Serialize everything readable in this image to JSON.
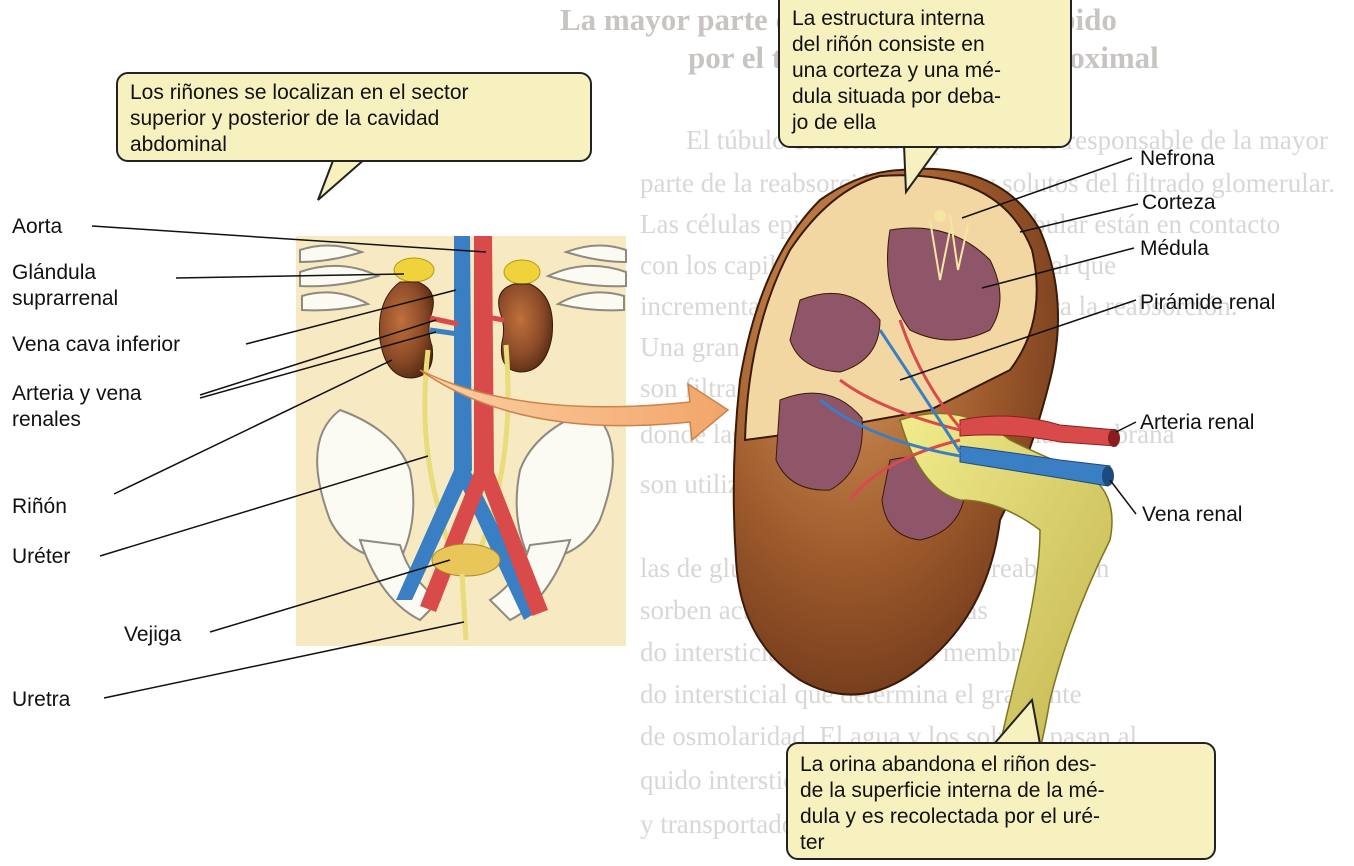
{
  "background_page": {
    "heading": [
      "La mayor parte del líquido es reabsorbido",
      "por el túbulo contorneado proximal"
    ],
    "body_lines": [
      "El túbulo contorneado proximal es responsable de la mayor",
      "parte de la reabsorción de agua y solutos del filtrado glomerular.",
      "Las células epiteliales del sistema tubular están en contacto",
      "con los capilares y el líquido intersticial que",
      "incrementa la superficie disponible para la reabsorción.",
      "Una gran cantidad de moléculas que",
      "son filtradas se reabsorben por",
      "donde las proteínas de transporte en la membrana",
      "son utilizadas, la reabsorción de glucosa.",
      "las de glucosa y aminoácidos se reabsorben",
      "sorben activamente y las células",
      "do intersticial a través de la membrana",
      "do intersticial que determina el gradiente",
      "de osmolaridad. El agua y los solutos pasan al",
      "quido intersticial y luego a los capilares peritubulares",
      "y transportados de vuelta a la circulación"
    ]
  },
  "callouts": {
    "location": "Los riñones se localizan en el sector superior y posterior de la cavidad abdominal",
    "structure": "La estructura interna del riñón consiste en una corteza y una médula situada por debajo de ella",
    "urine": "La orina abandona el riñon desde la superficie interna de la médula y es recolectada por el uréter"
  },
  "callout_lines": {
    "location": [
      "Los riñones se localizan en el sector",
      "superior y posterior de la cavidad",
      "abdominal"
    ],
    "structure": [
      "La estructura interna",
      "del riñón consiste en",
      "una corteza y una mé-",
      "dula situada por deba-",
      "jo de ella"
    ],
    "urine": [
      "La orina abandona el riñon des-",
      "de la superficie interna de la mé-",
      "dula y es recolectada por el uré-",
      "ter"
    ]
  },
  "left_labels": {
    "aorta": "Aorta",
    "glandula": [
      "Glándula",
      "suprarrenal"
    ],
    "vena_cava": "Vena cava inferior",
    "arteria_vena": [
      "Arteria y vena",
      "renales"
    ],
    "rinon": "Riñón",
    "ureter": "Uréter",
    "vejiga": "Vejiga",
    "uretra": "Uretra"
  },
  "right_labels": {
    "nefrona": "Nefrona",
    "corteza": "Corteza",
    "medula": "Médula",
    "piramide": "Pirámide renal",
    "arteria_renal": "Arteria renal",
    "vena_renal": "Vena renal"
  },
  "colors": {
    "callout_fill": "#f6f1bf",
    "body_fill": "#f7e9c1",
    "artery": "#d94a4a",
    "vein": "#3a7fc4",
    "kidney": "#8a4a28",
    "adrenal": "#f0d23a",
    "ureter": "#e9dc7a",
    "arrow": "#f2b27a"
  }
}
